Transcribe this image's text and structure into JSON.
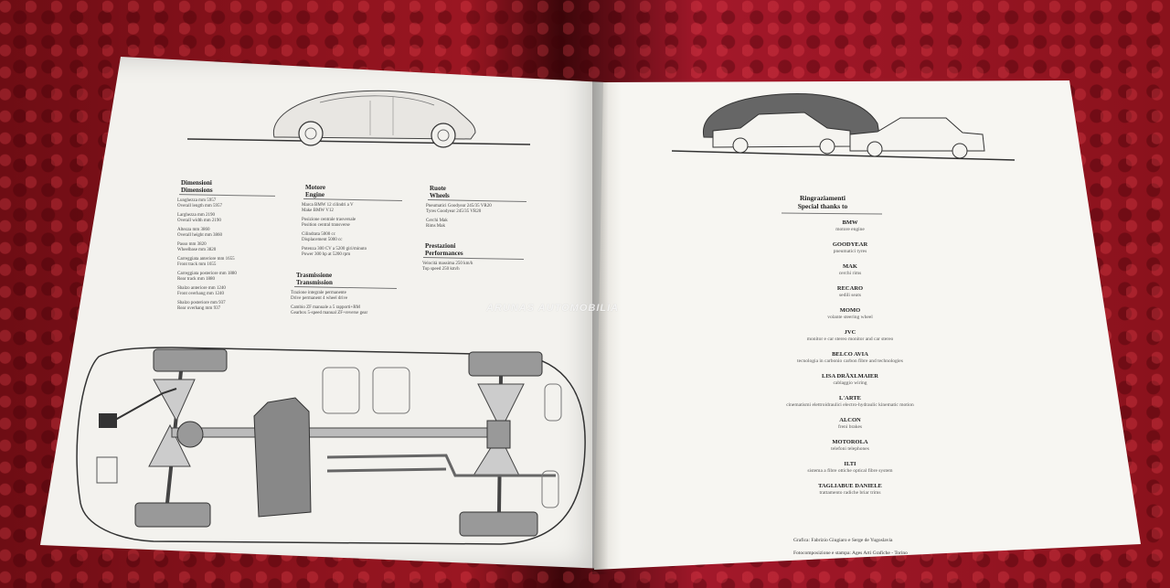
{
  "left_page": {
    "dimensions": {
      "heading_it": "Dimensioni",
      "heading_en": "Dimensions",
      "lines": [
        "Lunghezza mm 5957",
        "Overall length mm 5957",
        "Larghezza mm 2190",
        "Overall width mm 2190",
        "Altezza mm 3860",
        "Overall height mm 3860",
        "Passo mm 3820",
        "Wheelbase mm 3820",
        "Carreggiata anteriore mm 1655",
        "Front track mm 1655",
        "Carreggiata posteriore mm 1880",
        "Rear track mm 1880",
        "Sbalzo anteriore mm 1240",
        "Front overhang mm 1240",
        "Sbalzo posteriore mm 937",
        "Rear overhang mm 937"
      ]
    },
    "engine": {
      "heading_it": "Motore",
      "heading_en": "Engine",
      "lines": [
        "Marca BMW 12 cilindri a V",
        "Make BMW V12",
        "Posizione centrale trasversale",
        "Position central transverse",
        "Cilindrata 5000 cc",
        "Displacement 5000 cc",
        "Potenza 300 CV a 5200 giri/minuto",
        "Power 300 hp at 5200 rpm"
      ]
    },
    "transmission": {
      "heading_it": "Trasmissione",
      "heading_en": "Transmission",
      "lines": [
        "Trazione integrale permanente",
        "Drive permanent 4 wheel drive",
        "Cambio ZF manuale a 5 rapporti+RM",
        "Gearbox 5-speed manual ZF+reverse gear"
      ]
    },
    "wheels": {
      "heading_it": "Ruote",
      "heading_en": "Wheels",
      "lines": [
        "Pneumatici Goodyear 245/35 VR20",
        "Tyres Goodyear 245/35 VR20",
        "Cerchi Mak",
        "Rims Mak"
      ]
    },
    "performance": {
      "heading_it": "Prestazioni",
      "heading_en": "Performances",
      "lines": [
        "Velocità massima 250 km/h",
        "Top speed 250 km/h"
      ]
    }
  },
  "watermark": "ARUNAS AUTOMOBILIA",
  "right_page": {
    "title_it": "Ringraziamenti",
    "title_en": "Special thanks to",
    "thanks": [
      {
        "name": "BMW",
        "desc": "motore   engine"
      },
      {
        "name": "GOODYEAR",
        "desc": "pneumatici   tyres"
      },
      {
        "name": "MAK",
        "desc": "cerchi   rims"
      },
      {
        "name": "RECARO",
        "desc": "sedili   seats"
      },
      {
        "name": "MOMO",
        "desc": "volante   steering wheel"
      },
      {
        "name": "JVC",
        "desc": "monitor e car stereo   monitor and car stereo"
      },
      {
        "name": "BELCO AVIA",
        "desc": "tecnologia in carbonio   carbon fibre and technologies"
      },
      {
        "name": "LISA DRÄXLMAIER",
        "desc": "cablaggio   wiring"
      },
      {
        "name": "L'ARTE",
        "desc": "cinematismi elettroidraulici   electro-hydraulic kinematic motion"
      },
      {
        "name": "ALCON",
        "desc": "freni   brakes"
      },
      {
        "name": "MOTOROLA",
        "desc": "telefoni   telephones"
      },
      {
        "name": "ILTI",
        "desc": "sistema a fibre ottiche   optical fibre system"
      },
      {
        "name": "TAGLIABUE DANIELE",
        "desc": "trattamento radiche   briar trims"
      }
    ],
    "credit_1": "Grafica: Fabrizio Giugiaro e Serge de Yugoslavia",
    "credit_2": "Fotocomposizione e stampa: Ages Arti Grafiche - Torino"
  }
}
